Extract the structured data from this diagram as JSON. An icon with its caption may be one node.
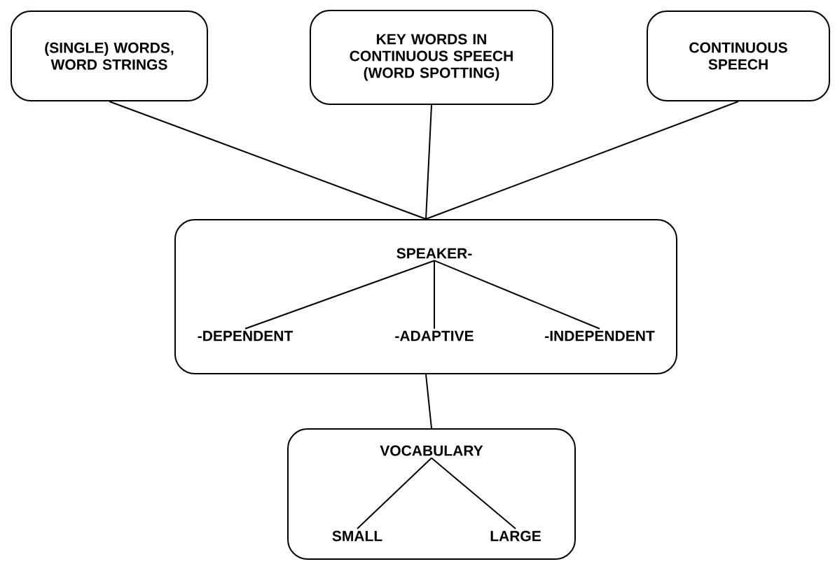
{
  "diagram": {
    "nodes": [
      {
        "text": [
          "(SINGLE) WORDS, WORD STRINGS"
        ]
      },
      {
        "text": [
          "KEY WORDS IN CONTINUOUS SPEECH (WORD SPOTTING)"
        ]
      },
      {
        "text": [
          "CONTINUOUS SPEECH"
        ]
      },
      {
        "text": [],
        "shape": "box"
      },
      {
        "text": [
          "SPEAKER-"
        ],
        "in": 3
      },
      {
        "text": [
          "-DEPENDENT"
        ],
        "in": 3
      },
      {
        "text": [
          "-ADAPTIVE"
        ],
        "in": 3
      },
      {
        "text": [
          "-INDEPENDENT"
        ],
        "in": 3
      },
      {
        "text": [],
        "shape": "box"
      },
      {
        "text": [
          "VOCABULARY"
        ],
        "in": 8
      },
      {
        "text": [
          "SMALL"
        ],
        "in": 8
      },
      {
        "text": [
          "LARGE"
        ],
        "in": 8
      }
    ],
    "edges": [
      {
        "from": 0,
        "to": 3,
        "arrow": "none"
      },
      {
        "from": 1,
        "to": 3,
        "arrow": "none"
      },
      {
        "from": 2,
        "to": 3,
        "arrow": "none"
      },
      {
        "from": 4,
        "to": 5,
        "arrow": "none"
      },
      {
        "from": 4,
        "to": 6,
        "arrow": "none"
      },
      {
        "from": 4,
        "to": 7,
        "arrow": "none"
      },
      {
        "from": 3,
        "to": 8,
        "arrow": "none"
      },
      {
        "from": 9,
        "to": 10,
        "arrow": "none"
      },
      {
        "from": 9,
        "to": 11,
        "arrow": "none"
      }
    ]
  }
}
